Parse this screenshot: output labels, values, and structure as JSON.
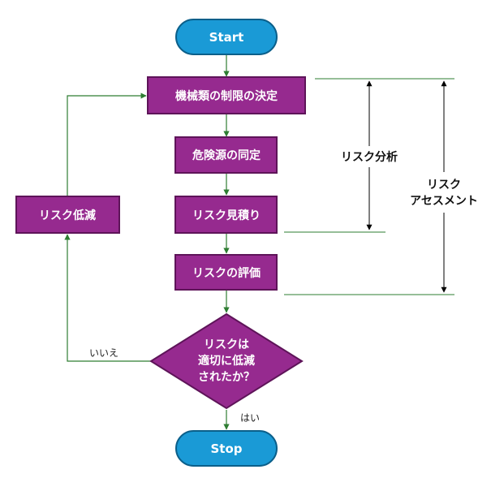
{
  "colors": {
    "terminal_fill": "#1a9ad6",
    "terminal_stroke": "#0b5f8a",
    "process_fill": "#962a8f",
    "process_stroke": "#5e1459",
    "connector": "#2e7d32",
    "bracket": "#000000"
  },
  "nodes": {
    "start": "Start",
    "decide_limits": "機械類の制限の決定",
    "identify_hazards": "危険源の同定",
    "estimate_risk": "リスク見積り",
    "evaluate_risk": "リスクの評価",
    "decision_line1": "リスクは",
    "decision_line2": "適切に低減",
    "decision_line3": "されたか？",
    "reduce_risk": "リスク低減",
    "stop": "Stop"
  },
  "edge_labels": {
    "no": "いいえ",
    "yes": "はい"
  },
  "brackets": {
    "risk_analysis": "リスク分析",
    "risk_assessment_line1": "リスク",
    "risk_assessment_line2": "アセスメント"
  }
}
